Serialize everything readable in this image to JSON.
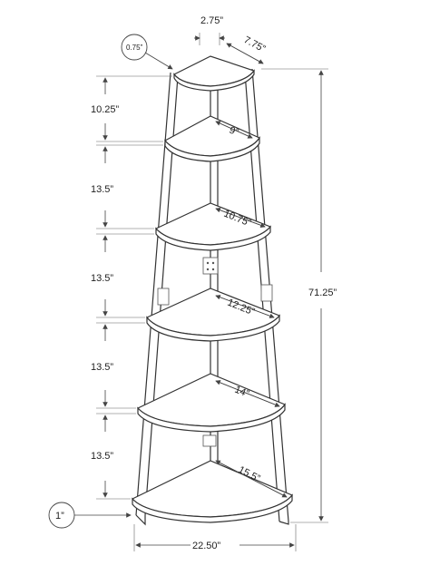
{
  "diagram": {
    "top_width": "2.75”",
    "top_depth": "7.75”",
    "thickness": "0.75”",
    "height_total": "71.25”",
    "base_width": "22.50”",
    "bottom_thickness": "1”",
    "spacings": [
      "10.25”",
      "13.5”",
      "13.5”",
      "13.5”",
      "13.5”"
    ],
    "shelf_depths": [
      "9”",
      "10.75”",
      "12.25”",
      "14”",
      "15.5”"
    ]
  }
}
